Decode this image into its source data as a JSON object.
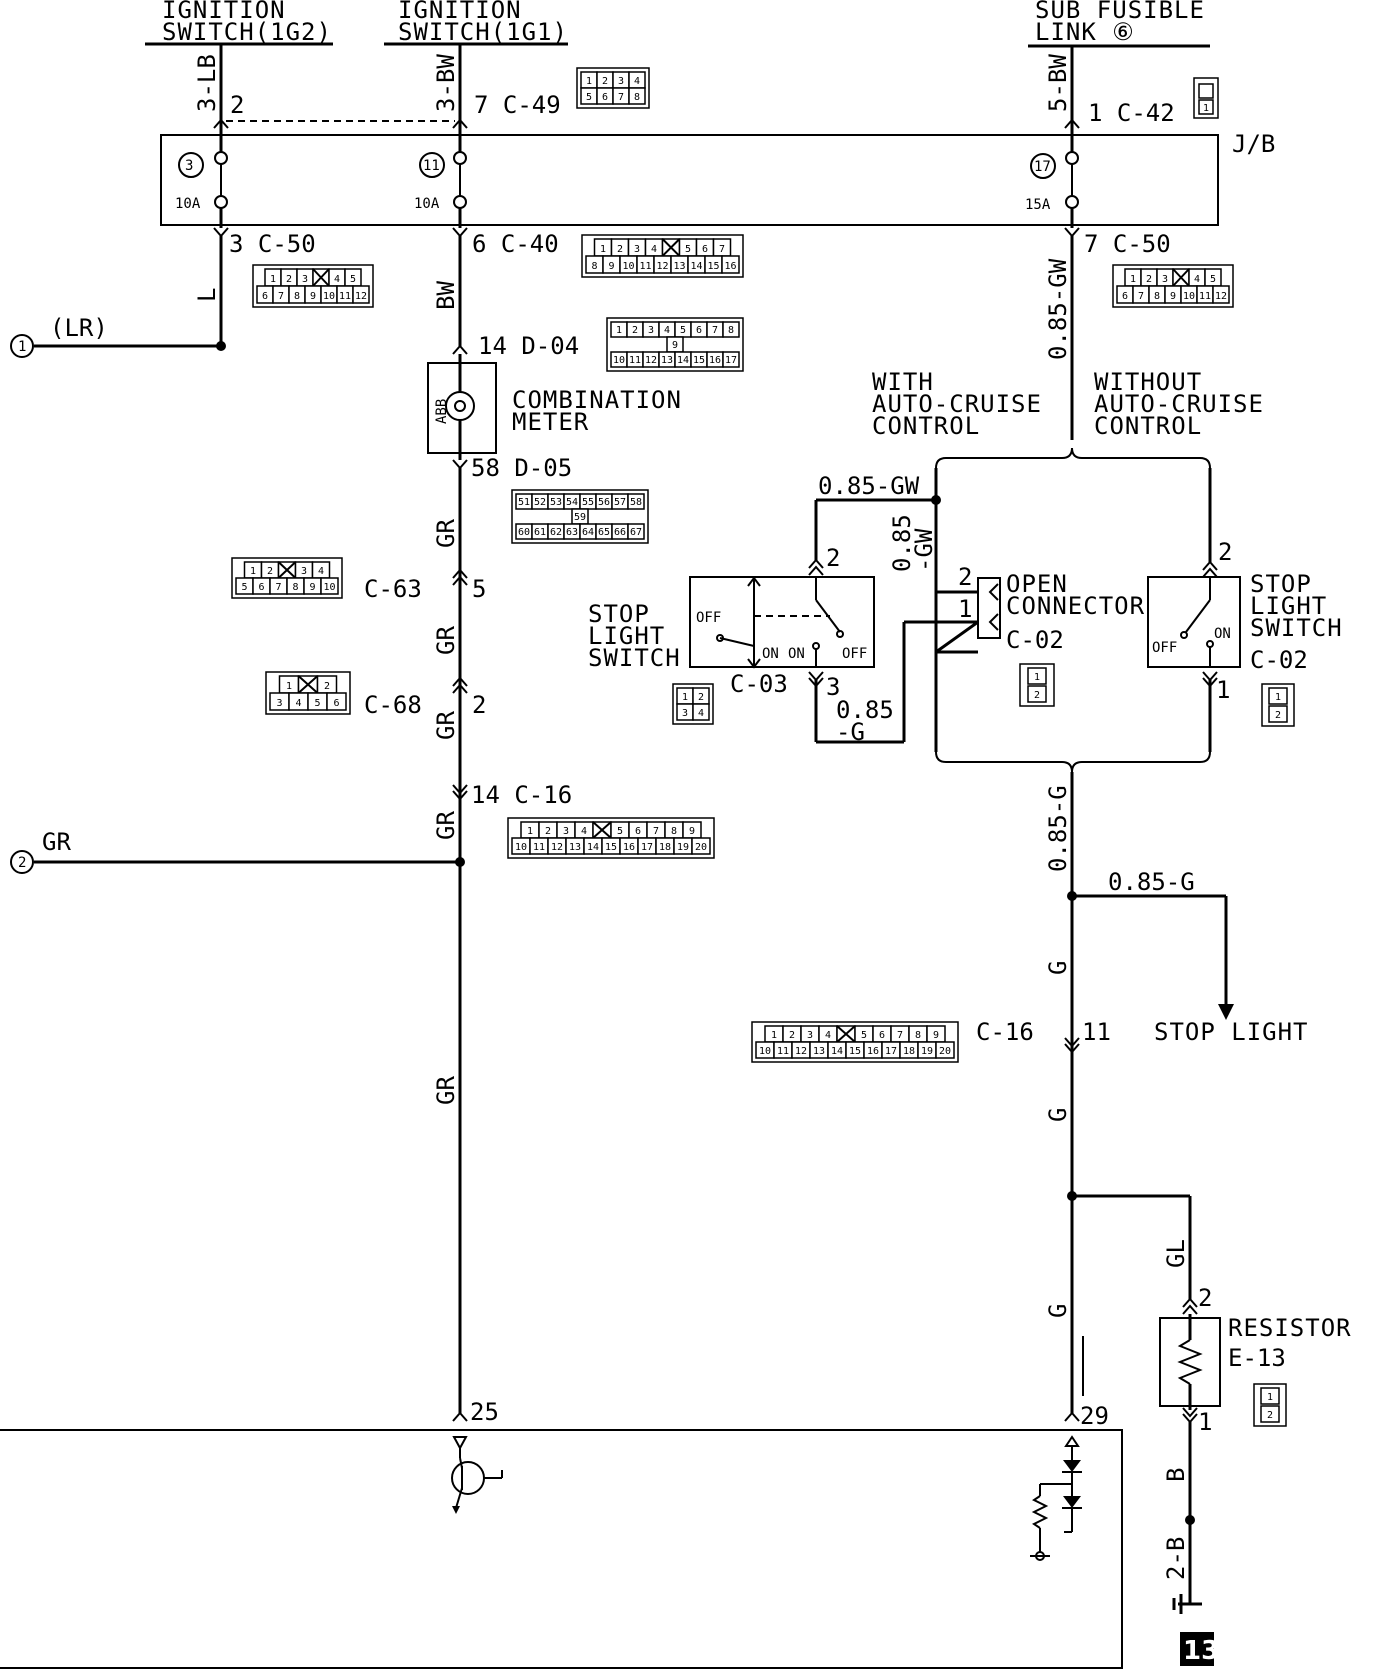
{
  "power_sources": {
    "ign_1g2": {
      "line1": "IGNITION",
      "line2": "SWITCH(1G2)"
    },
    "ign_1g1": {
      "line1": "IGNITION",
      "line2": "SWITCH(1G1)"
    },
    "sub_fusible": {
      "line1": "SUB FUSIBLE",
      "line2": "LINK ⑥"
    }
  },
  "wires": {
    "w_3lb": "3-LB",
    "w_3bw": "3-BW",
    "w_5bw": "5-BW",
    "w_l": "L",
    "w_bw": "BW",
    "w_085gw": "0.85-GW",
    "w_gr1": "GR",
    "w_gr2": "GR",
    "w_gr3": "GR",
    "w_gr4": "GR",
    "w_gr5": "GR",
    "w_085gw_top": "0.85-GW",
    "w_085gw_v1": "0.85",
    "w_085gw_v2": "-GW",
    "w_085g_a": "0.85",
    "w_085g_b": "-G",
    "w_085g_main": "0.85-G",
    "w_085g_branch": "0.85-G",
    "w_g1": "G",
    "w_g2": "G",
    "w_g3": "G",
    "w_gl": "GL",
    "w_b": "B",
    "w_2b": "2-B",
    "w_lr": "(LR)",
    "w_gr_left": "GR"
  },
  "connectors": {
    "c49": "7 C-49",
    "c49_pin": "2",
    "c42": "1  C-42",
    "jb": "J/B",
    "c50_left": "3 C-50",
    "c40": "6 C-40",
    "c50_right": "7 C-50",
    "d04": "14  D-04",
    "d05": "58 D-05",
    "c63": "C-63",
    "c63_pin": "5",
    "c68": "C-68",
    "c68_pin": "2",
    "c16_top": "14 C-16",
    "c16_mid": "C-16",
    "c16_mid_pin": "11",
    "c03": "C-03",
    "c03_pin": "3",
    "c03_pin2": "2",
    "c02_open": "C-02",
    "c02_right": "C-02",
    "pin25": "25",
    "pin29": "29",
    "open_pin2": "2",
    "open_pin1": "1",
    "sl_pin2": "2",
    "sl_pin1": "1",
    "res_pin2": "2",
    "res_pin1": "1"
  },
  "fuses": {
    "f3": {
      "num": "3",
      "amp": "10A"
    },
    "f11": {
      "num": "11",
      "amp": "10A"
    },
    "f17": {
      "num": "17",
      "amp": "15A"
    }
  },
  "components": {
    "meter": {
      "line1": "COMBINATION",
      "line2": "METER",
      "abbr": "ABB"
    },
    "with_acc": {
      "line1": "WITH",
      "line2": "AUTO-CRUISE",
      "line3": "CONTROL"
    },
    "without_acc": {
      "line1": "WITHOUT",
      "line2": "AUTO-CRUISE",
      "line3": "CONTROL"
    },
    "stop_sw_left": {
      "line1": "STOP",
      "line2": "LIGHT",
      "line3": "SWITCH",
      "off": "OFF",
      "on1": "ON",
      "on2": "ON",
      "off2": "OFF"
    },
    "open_conn": {
      "line1": "OPEN",
      "line2": "CONNECTOR"
    },
    "stop_sw_right": {
      "line1": "STOP",
      "line2": "LIGHT",
      "line3": "SWITCH",
      "off": "OFF",
      "on": "ON"
    },
    "stop_light": "STOP LIGHT",
    "resistor": {
      "line1": "RESISTOR",
      "line2": "E-13"
    }
  },
  "refs": {
    "ref1": "1",
    "ref2": "2"
  },
  "page_marker": "13",
  "grids": {
    "c49": [
      [
        "1",
        "2",
        "3",
        "4"
      ],
      [
        "5",
        "6",
        "7",
        "8"
      ]
    ],
    "c50": [
      [
        "1",
        "2",
        "3",
        "",
        "4",
        "5"
      ],
      [
        "6",
        "7",
        "8",
        "9",
        "10",
        "11",
        "12"
      ]
    ],
    "c40": [
      [
        "1",
        "2",
        "3",
        "4",
        "",
        "5",
        "6",
        "7"
      ],
      [
        "8",
        "9",
        "10",
        "11",
        "12",
        "13",
        "14",
        "15",
        "16"
      ]
    ],
    "d04": [
      [
        "1",
        "2",
        "3",
        "4",
        "5",
        "6",
        "7",
        "8"
      ],
      [
        "9"
      ],
      [
        "10",
        "11",
        "12",
        "13",
        "14",
        "15",
        "16",
        "17"
      ]
    ],
    "d05": [
      [
        "51",
        "52",
        "53",
        "54",
        "55",
        "56",
        "57",
        "58"
      ],
      [
        "59"
      ],
      [
        "60",
        "61",
        "62",
        "63",
        "64",
        "65",
        "66",
        "67"
      ]
    ],
    "c63": [
      [
        "1",
        "2",
        "",
        "3",
        "4"
      ],
      [
        "5",
        "6",
        "7",
        "8",
        "9",
        "10"
      ]
    ],
    "c68": [
      [
        "1",
        "",
        "2"
      ],
      [
        "3",
        "4",
        "5",
        "6"
      ]
    ],
    "c16": [
      [
        "1",
        "2",
        "3",
        "4",
        "",
        "5",
        "6",
        "7",
        "8",
        "9"
      ],
      [
        "10",
        "11",
        "12",
        "13",
        "14",
        "15",
        "16",
        "17",
        "18",
        "19",
        "20"
      ]
    ],
    "c03": [
      [
        "1",
        "2"
      ],
      [
        "3",
        "4"
      ]
    ],
    "c12": [
      [
        "1"
      ],
      [
        "2"
      ]
    ]
  }
}
